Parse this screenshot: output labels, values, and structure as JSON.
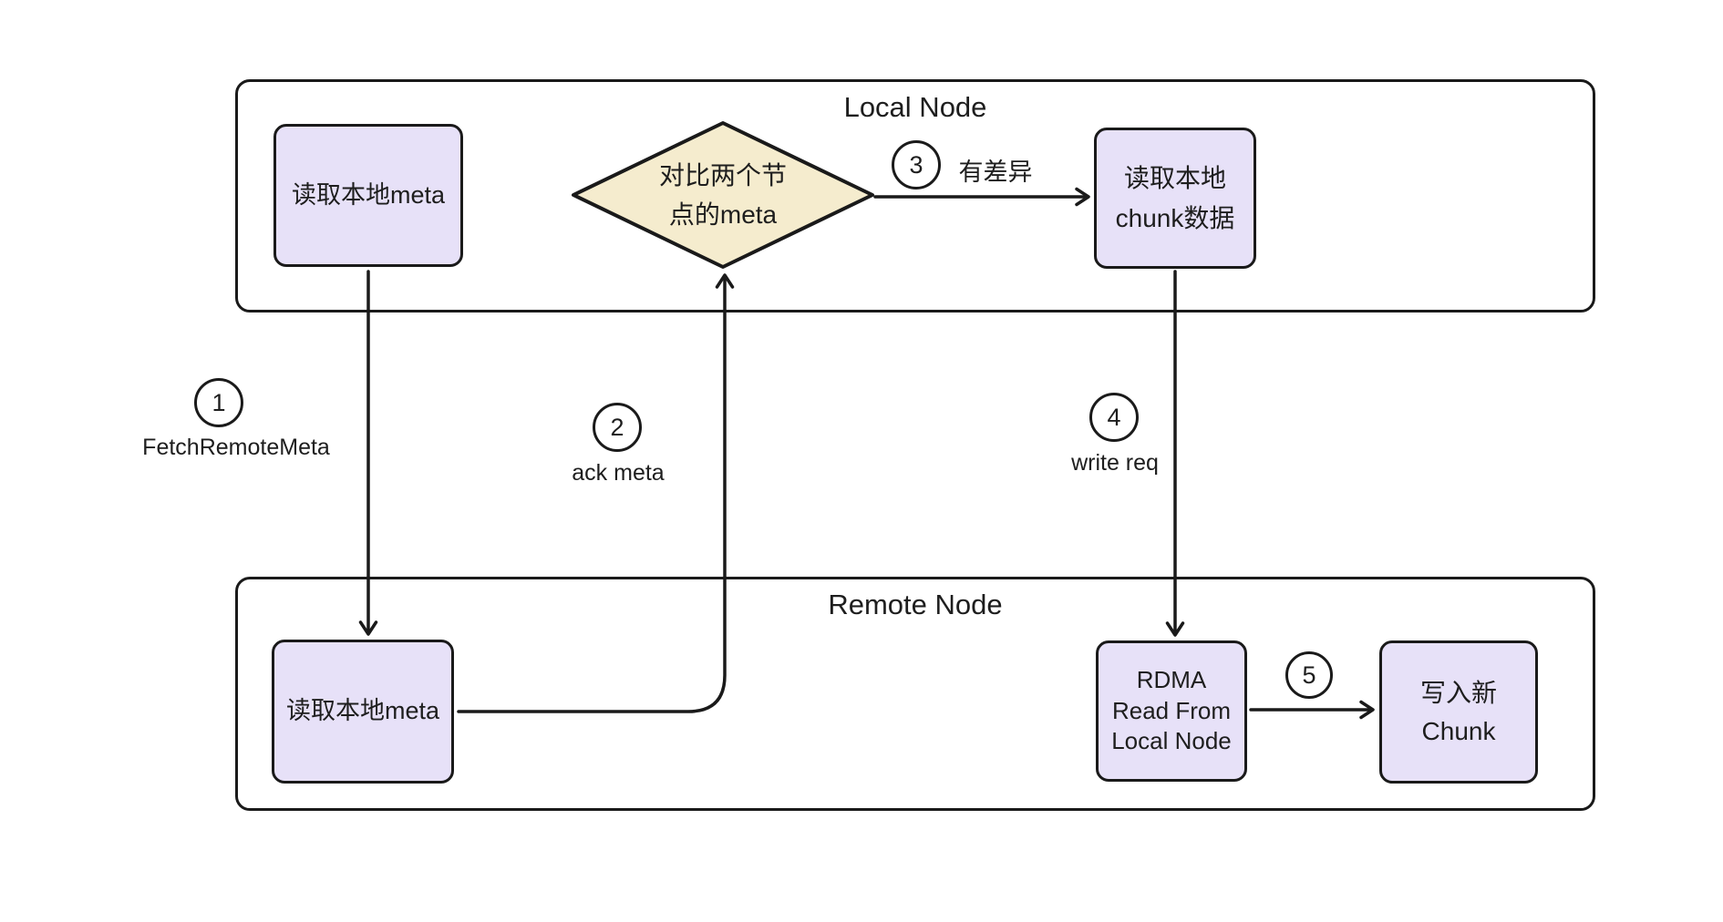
{
  "colors": {
    "node_fill": "#e7e1f8",
    "decision_fill": "#f5ecce",
    "stroke": "#1a1a1a",
    "text": "#1e1e1e",
    "background": "#ffffff"
  },
  "containers": {
    "local": {
      "title": "Local Node"
    },
    "remote": {
      "title": "Remote Node"
    }
  },
  "nodes": {
    "read_local_meta_top": {
      "lines": [
        "读取本地meta"
      ]
    },
    "compare_meta": {
      "lines": [
        "对比两个节",
        "点的meta"
      ]
    },
    "read_chunk": {
      "lines": [
        "读取本地",
        "chunk数据"
      ]
    },
    "read_local_meta_bottom": {
      "lines": [
        "读取本地meta"
      ]
    },
    "rdma_read": {
      "lines": [
        "RDMA",
        "Read From",
        "Local Node"
      ]
    },
    "write_chunk": {
      "lines": [
        "写入新",
        "Chunk"
      ]
    }
  },
  "edges": {
    "fetch_remote_meta": {
      "step": "1",
      "label": "FetchRemoteMeta"
    },
    "ack_meta": {
      "step": "2",
      "label": "ack meta"
    },
    "has_diff": {
      "step": "3",
      "label": "有差异"
    },
    "write_req": {
      "step": "4",
      "label": "write req"
    },
    "write_new_chunk": {
      "step": "5"
    }
  }
}
